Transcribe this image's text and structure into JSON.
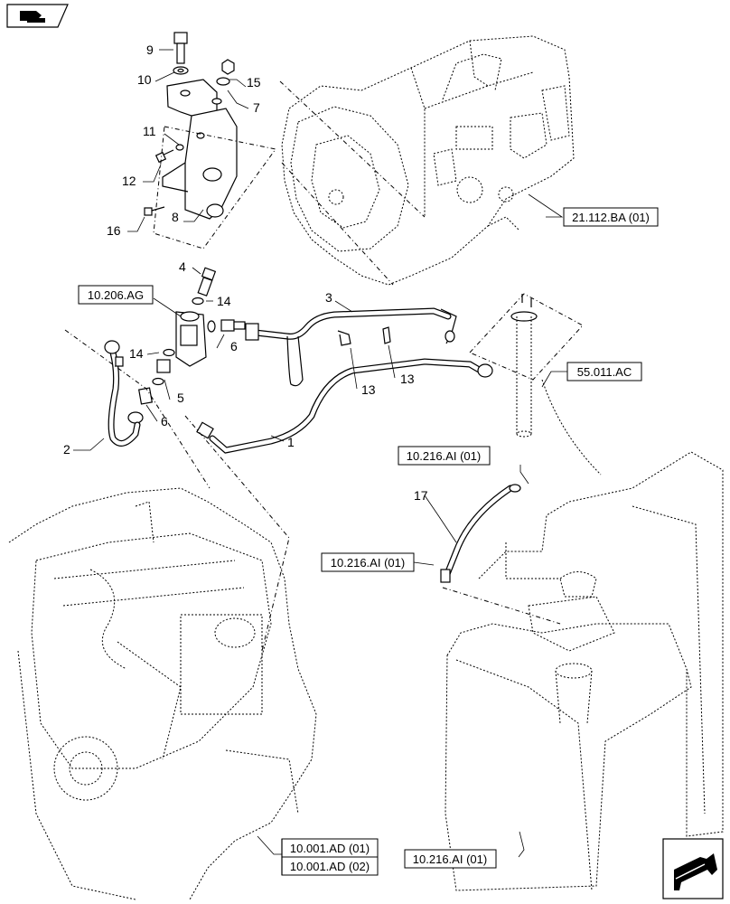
{
  "callouts": {
    "c1": "1",
    "c2": "2",
    "c3": "3",
    "c4": "4",
    "c5": "5",
    "c6a": "6",
    "c6b": "6",
    "c7": "7",
    "c8": "8",
    "c9": "9",
    "c10": "10",
    "c11": "11",
    "c12": "12",
    "c13a": "13",
    "c13b": "13",
    "c14a": "14",
    "c14b": "14",
    "c15": "15",
    "c16": "16",
    "c17": "17"
  },
  "references": {
    "r_21112ba": "21.112.BA (01)",
    "r_10206ag": "10.206.AG",
    "r_55011ac": "55.011.AC",
    "r_10216ai_a": "10.216.AI (01)",
    "r_10216ai_b": "10.216.AI (01)",
    "r_10216ai_c": "10.216.AI (01)",
    "r_10001ad_1": "10.001.AD (01)",
    "r_10001ad_2": "10.001.AD (02)"
  },
  "icons": {
    "top_left": "book-arrow-icon",
    "bottom_right": "next-page-arrow-icon"
  }
}
